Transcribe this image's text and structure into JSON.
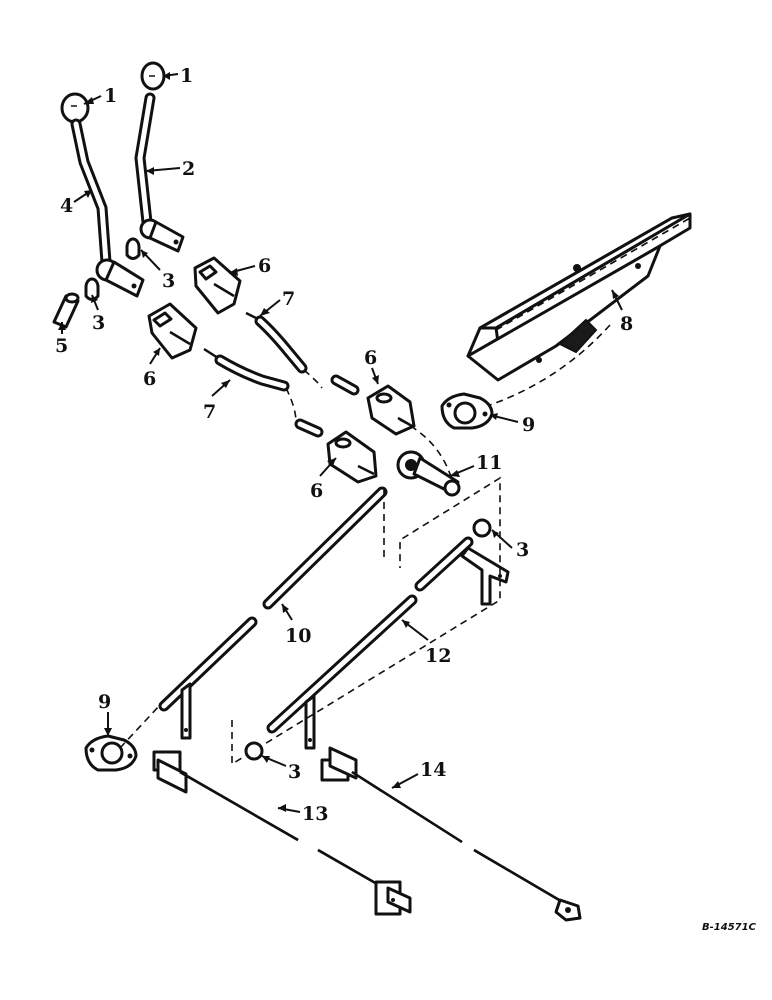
{
  "callouts": {
    "c1a": "1",
    "c1b": "1",
    "c2": "2",
    "c3a": "3",
    "c3b": "3",
    "c3c": "3",
    "c3d": "3",
    "c4": "4",
    "c5": "5",
    "c6a": "6",
    "c6b": "6",
    "c6c": "6",
    "c6d": "6",
    "c7a": "7",
    "c7b": "7",
    "c8": "8",
    "c9a": "9",
    "c9b": "9",
    "c10": "10",
    "c11": "11",
    "c12": "12",
    "c13": "13",
    "c14": "14"
  },
  "reference_code": "B-14571C"
}
